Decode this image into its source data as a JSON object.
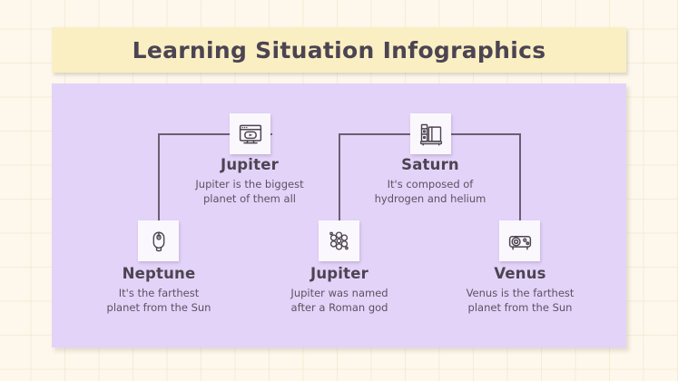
{
  "slide": {
    "title": "Learning Situation Infographics",
    "background_color": "#FDF7EC",
    "grid_line_color": "#E9D2A0",
    "banner_color": "#FAEFC3",
    "panel_color": "#E3D3F8",
    "text_color": "#4D4452",
    "line_color": "#6B5E72",
    "card_color": "#FBF8FD"
  },
  "nodes": {
    "top": [
      {
        "title": "Jupiter",
        "description": "Jupiter is the biggest\nplanet of them all",
        "icon": "video-player-icon"
      },
      {
        "title": "Saturn",
        "description": "It's composed of\nhydrogen and helium",
        "icon": "bookshelf-icon"
      }
    ],
    "bottom": [
      {
        "title": "Neptune",
        "description": "It's the farthest\nplanet from the Sun",
        "icon": "computer-mouse-icon"
      },
      {
        "title": "Jupiter",
        "description": "Jupiter was named\nafter a Roman god",
        "icon": "atom-icon"
      },
      {
        "title": "Venus",
        "description": "Venus is the farthest\nplanet from the Sun",
        "icon": "projector-icon"
      }
    ]
  }
}
